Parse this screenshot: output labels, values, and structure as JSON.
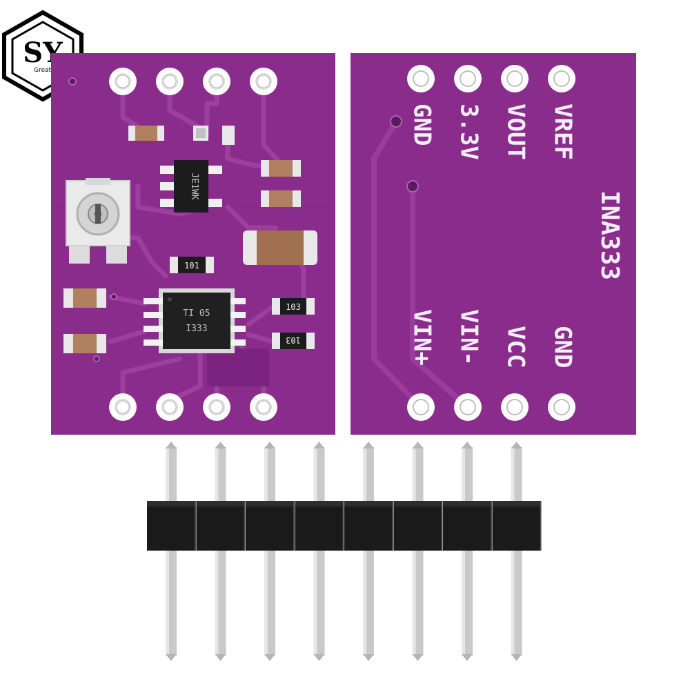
{
  "logo": {
    "mark": "SY",
    "tagline": "Great it"
  },
  "back_board": {
    "chip_title": "INA333",
    "top_pins": [
      "GND",
      "3.3V",
      "VOUT",
      "VREF"
    ],
    "bottom_pins": [
      "VIN+",
      "VIN-",
      "VCC",
      "GND"
    ]
  },
  "front_board": {
    "ic_lines": [
      "TI 05",
      "I333"
    ],
    "small_ic_marking": "JE1WK",
    "resistors": [
      "101",
      "103",
      "103"
    ]
  },
  "header": {
    "pin_count": 8
  },
  "colors": {
    "pcb": "#8a2c8c",
    "pcb_trace": "#9a3c9c",
    "pad": "#ffffff",
    "silkscreen": "#f4eef8",
    "header_plastic": "#1a1a1a",
    "pin_metal": "#c9c9c9"
  }
}
